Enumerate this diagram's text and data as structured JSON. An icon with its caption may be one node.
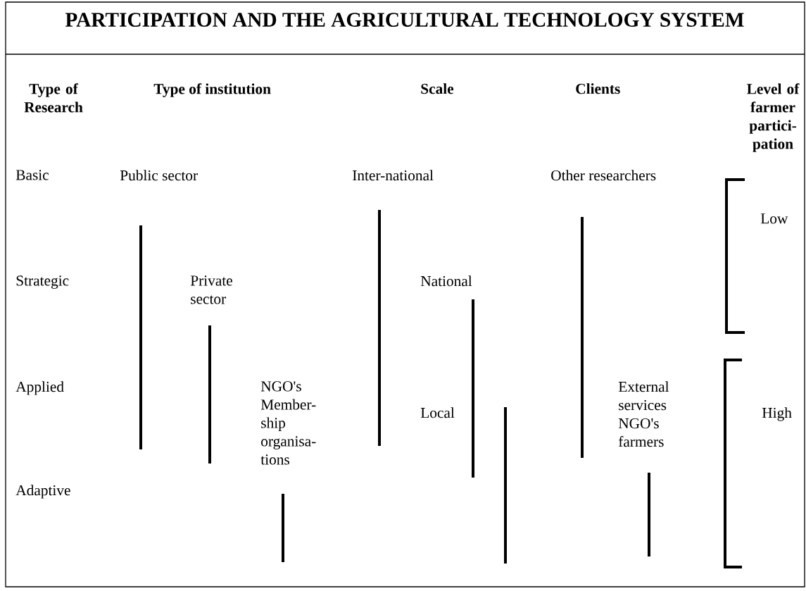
{
  "diagram": {
    "title": "PARTICIPATION AND THE AGRICULTURAL TECHNOLOGY SYSTEM",
    "labels": [
      "Type of Research",
      "Type of institution",
      "Scale",
      "Clients",
      "Level of farmer partici-pation",
      "Basic",
      "Public sector",
      "Inter-national",
      "Other researchers",
      "Low",
      "Strategic",
      "Private sector",
      "National",
      "Applied",
      "NGO's Member-ship organisa-tions",
      "Local",
      "External services NGO's farmers",
      "High",
      "Adaptive"
    ]
  }
}
